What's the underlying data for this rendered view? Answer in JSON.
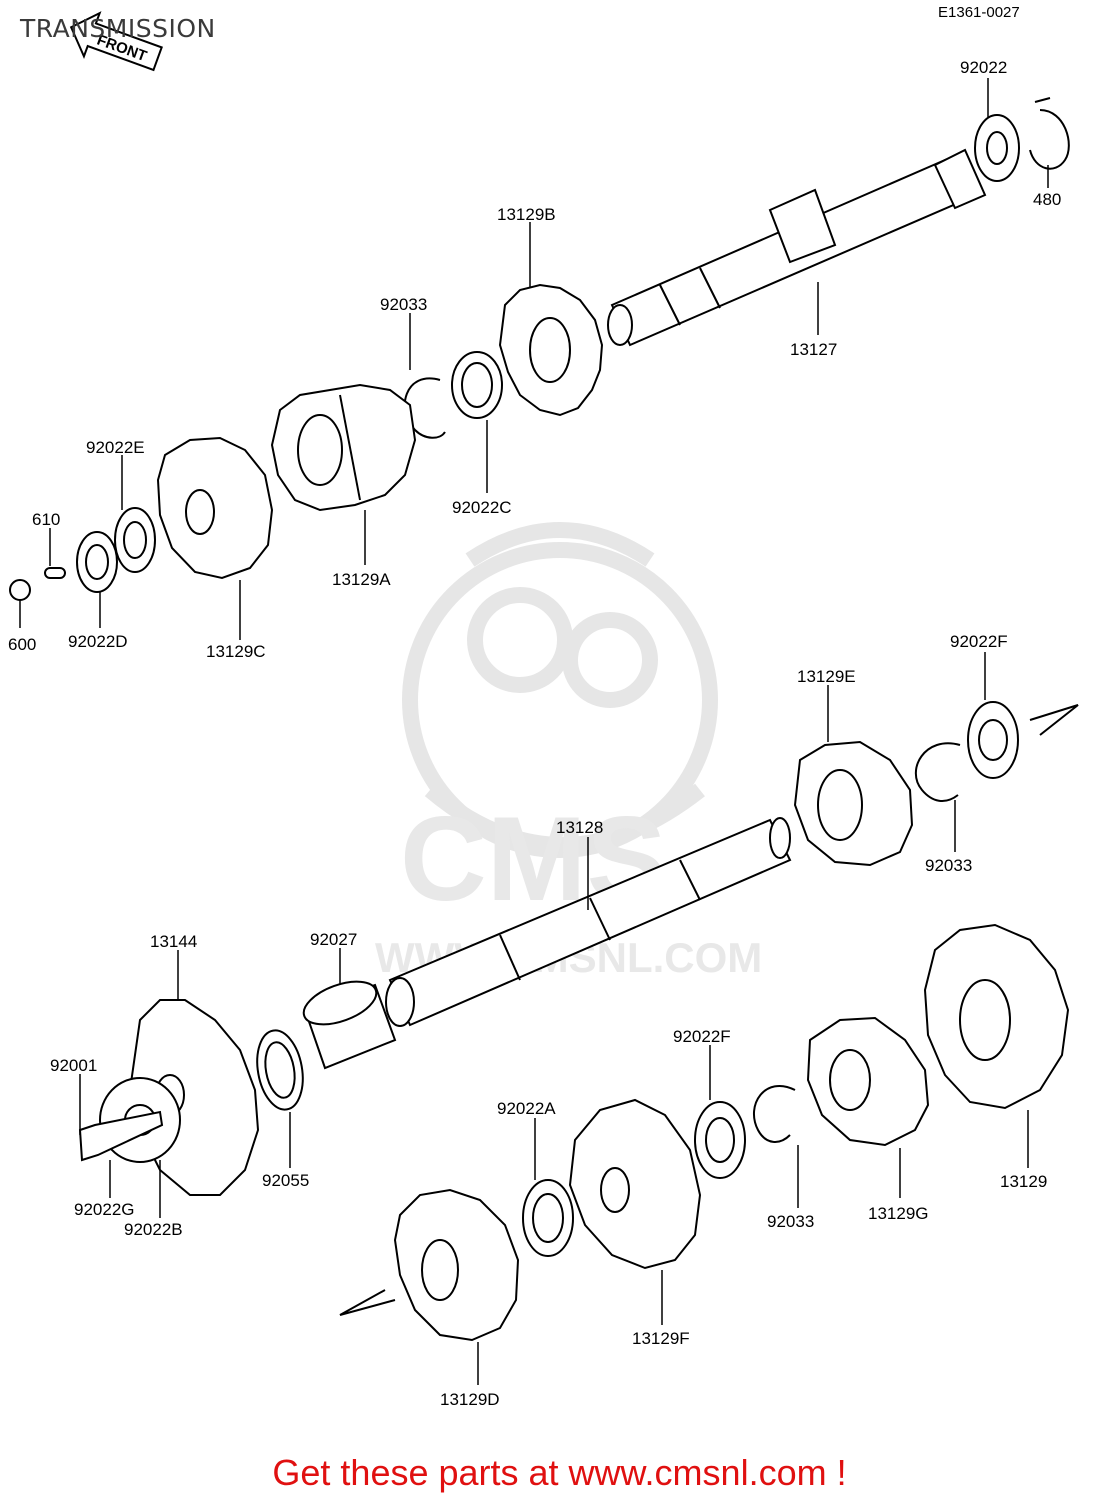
{
  "header": {
    "title": "TRANSMISSION",
    "diagram_code": "E1361-0027",
    "front_arrow_label": "FRONT"
  },
  "watermark": {
    "letters": "CMS",
    "url": "WWW.CMSNL.COM"
  },
  "parts": [
    {
      "id": "p92022",
      "number": "92022"
    },
    {
      "id": "p480",
      "number": "480"
    },
    {
      "id": "p13129B",
      "number": "13129B"
    },
    {
      "id": "p13127",
      "number": "13127"
    },
    {
      "id": "p92033a",
      "number": "92033"
    },
    {
      "id": "p92022C",
      "number": "92022C"
    },
    {
      "id": "p92022E",
      "number": "92022E"
    },
    {
      "id": "p610",
      "number": "610"
    },
    {
      "id": "p600",
      "number": "600"
    },
    {
      "id": "p92022D",
      "number": "92022D"
    },
    {
      "id": "p13129C",
      "number": "13129C"
    },
    {
      "id": "p13129A",
      "number": "13129A"
    },
    {
      "id": "p92022F1",
      "number": "92022F"
    },
    {
      "id": "p13129E",
      "number": "13129E"
    },
    {
      "id": "p92033b",
      "number": "92033"
    },
    {
      "id": "p13128",
      "number": "13128"
    },
    {
      "id": "p13144",
      "number": "13144"
    },
    {
      "id": "p92027",
      "number": "92027"
    },
    {
      "id": "p92001",
      "number": "92001"
    },
    {
      "id": "p92055",
      "number": "92055"
    },
    {
      "id": "p92022G",
      "number": "92022G"
    },
    {
      "id": "p92022B",
      "number": "92022B"
    },
    {
      "id": "p92022F2",
      "number": "92022F"
    },
    {
      "id": "p92022A",
      "number": "92022A"
    },
    {
      "id": "p92033c",
      "number": "92033"
    },
    {
      "id": "p13129G",
      "number": "13129G"
    },
    {
      "id": "p13129",
      "number": "13129"
    },
    {
      "id": "p13129F",
      "number": "13129F"
    },
    {
      "id": "p13129D",
      "number": "13129D"
    }
  ],
  "footer": {
    "cta": "Get these parts at www.cmsnl.com !"
  },
  "colors": {
    "line": "#000000",
    "watermark": "#e6e6e6",
    "cta": "#e01010"
  }
}
